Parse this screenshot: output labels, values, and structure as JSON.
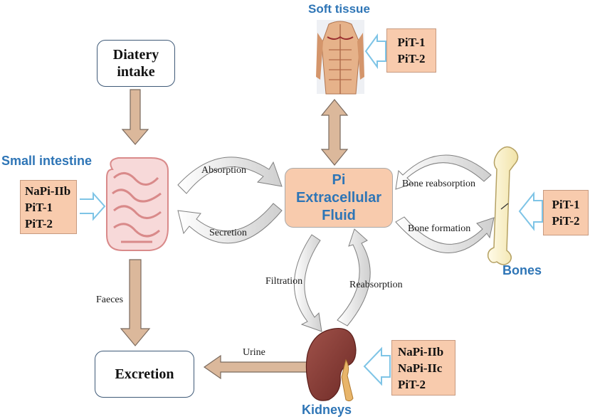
{
  "diet_box": {
    "line1": "Diatery",
    "line2": "intake"
  },
  "excretion_box": {
    "label": "Excretion"
  },
  "pi_box": {
    "line1": "Pi",
    "line2": "Extracellular",
    "line3": "Fluid"
  },
  "organs": {
    "soft_tissue": {
      "title": "Soft tissue",
      "transporters": [
        "PiT-1",
        "PiT-2"
      ]
    },
    "small_intestine": {
      "title": "Small intestine",
      "transporters": [
        "NaPi-IIb",
        "PiT-1",
        "PiT-2"
      ]
    },
    "bones": {
      "title": "Bones",
      "transporters": [
        "PiT-1",
        "PiT-2"
      ]
    },
    "kidneys": {
      "title": "Kidneys",
      "transporters": [
        "NaPi-IIb",
        "NaPi-IIc",
        "PiT-2"
      ]
    }
  },
  "flows": {
    "absorption": "Absorption",
    "secretion": "Secretion",
    "bone_reabsorption": "Bone reabsorption",
    "bone_formation": "Bone formation",
    "filtration": "Filtration",
    "reabsorption": "Reabsorption",
    "faeces": "Faeces",
    "urine": "Urine"
  },
  "colors": {
    "arrow_fill": "#dbb89b",
    "arrow_stroke": "#7a6a5e",
    "transporter_fill": "#f8cbad",
    "title_blue": "#2e75b6",
    "callout_arrow": "#7ec4e6"
  },
  "icons": [
    "intestine-icon",
    "human-torso-icon",
    "bone-icon",
    "kidney-icon"
  ]
}
